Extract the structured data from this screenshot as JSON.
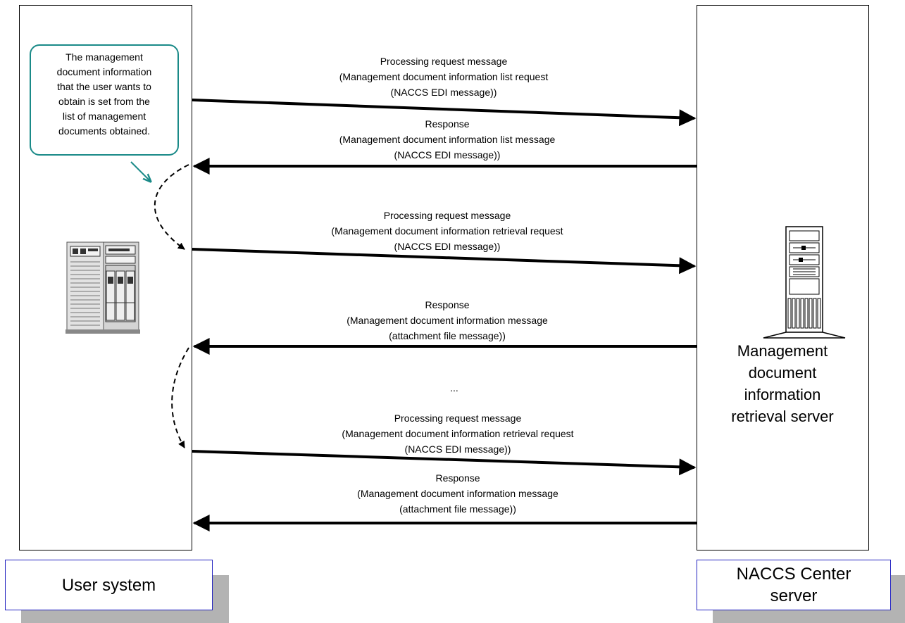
{
  "left_panel": {
    "callout_lines": [
      "The management",
      "document information",
      "that the user wants to",
      "obtain is set from the",
      "list of management",
      "documents obtained."
    ],
    "label": "User system"
  },
  "right_panel": {
    "server_name_lines": [
      "Management",
      "document",
      "information",
      "retrieval server"
    ],
    "label_lines": [
      "NACCS Center",
      "server"
    ]
  },
  "messages": [
    {
      "direction": "to-server",
      "lines": [
        "Processing request message",
        "(Management document information list request",
        "(NACCS EDI message))"
      ]
    },
    {
      "direction": "to-user",
      "lines": [
        "Response",
        "(Management document information list message",
        "(NACCS EDI message))"
      ]
    },
    {
      "direction": "to-server",
      "lines": [
        "Processing request message",
        "(Management document information retrieval request",
        "(NACCS EDI message))"
      ]
    },
    {
      "direction": "to-user",
      "lines": [
        "Response",
        "(Management document information message",
        "(attachment file message))"
      ]
    },
    {
      "direction": "to-server",
      "lines": [
        "Processing request message",
        "(Management document information retrieval request",
        "(NACCS EDI message))"
      ]
    },
    {
      "direction": "to-user",
      "lines": [
        "Response",
        "(Management document information message",
        "(attachment file message))"
      ]
    }
  ],
  "ellipsis": "...",
  "icons": {
    "user_server": "tower-server-icon",
    "center_server": "rack-server-icon"
  },
  "colors": {
    "callout_border": "#1a8a88",
    "label_border": "#2020c0",
    "label_shadow": "#b3b3b3"
  }
}
